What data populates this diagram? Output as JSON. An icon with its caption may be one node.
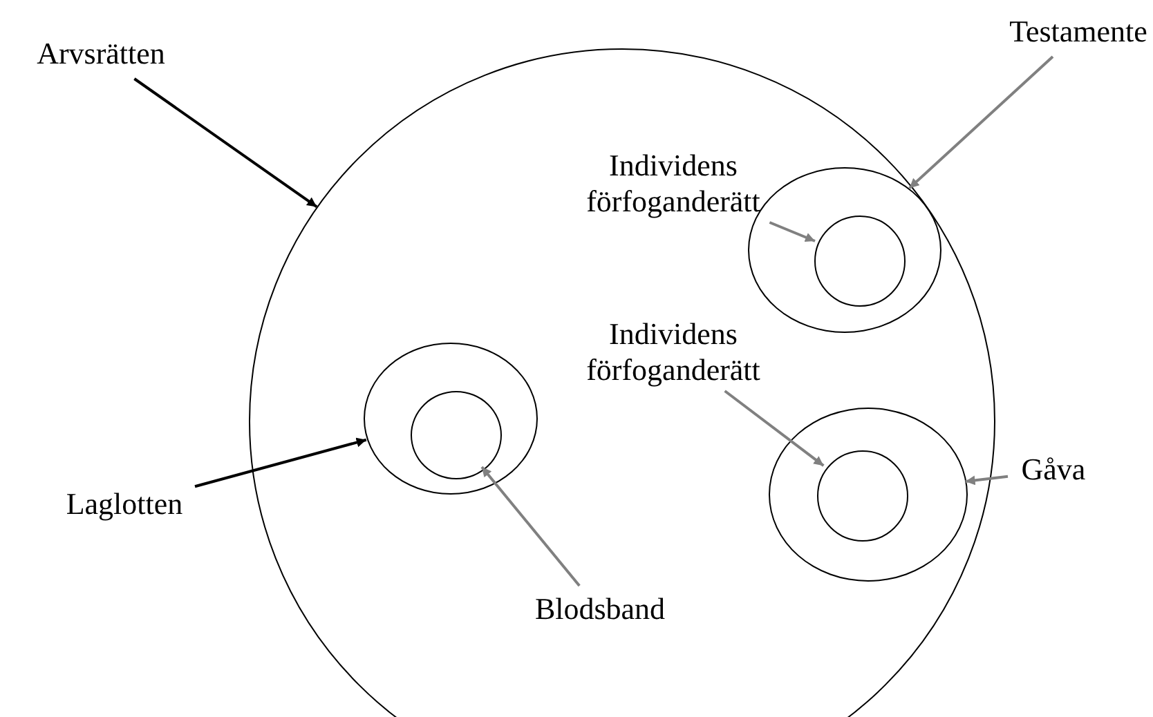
{
  "diagram": {
    "nodes": [
      {
        "text": [],
        "shape": "circle"
      },
      {
        "text": [
          "Arvsrätten"
        ]
      },
      {
        "text": [
          "Testamente"
        ]
      },
      {
        "text": [
          "Individens förfoganderätt"
        ],
        "in": 0
      },
      {
        "text": [],
        "shape": "circle",
        "in": 0
      },
      {
        "text": [],
        "shape": "circle",
        "in": 4
      },
      {
        "text": [],
        "shape": "circle",
        "in": 0
      },
      {
        "text": [],
        "shape": "circle",
        "in": 6
      },
      {
        "text": [
          "Individens förfoganderätt"
        ],
        "in": 0
      },
      {
        "text": [],
        "shape": "circle",
        "in": 0
      },
      {
        "text": [],
        "shape": "circle",
        "in": 9
      },
      {
        "text": [
          "Gåva"
        ]
      },
      {
        "text": [
          "Laglotten"
        ]
      },
      {
        "text": [
          "Blodsband"
        ],
        "in": 0
      }
    ],
    "edges": [
      {
        "from": 1,
        "to": 0,
        "arrow": "to",
        "color": "#000000"
      },
      {
        "from": 2,
        "to": 4,
        "arrow": "to"
      },
      {
        "from": 3,
        "to": 5,
        "arrow": "to"
      },
      {
        "from": 8,
        "to": 10,
        "arrow": "to"
      },
      {
        "from": 11,
        "to": 9,
        "arrow": "to"
      },
      {
        "from": 12,
        "to": 6,
        "arrow": "to",
        "color": "#000000"
      },
      {
        "from": 13,
        "to": 7,
        "arrow": "to"
      }
    ]
  }
}
